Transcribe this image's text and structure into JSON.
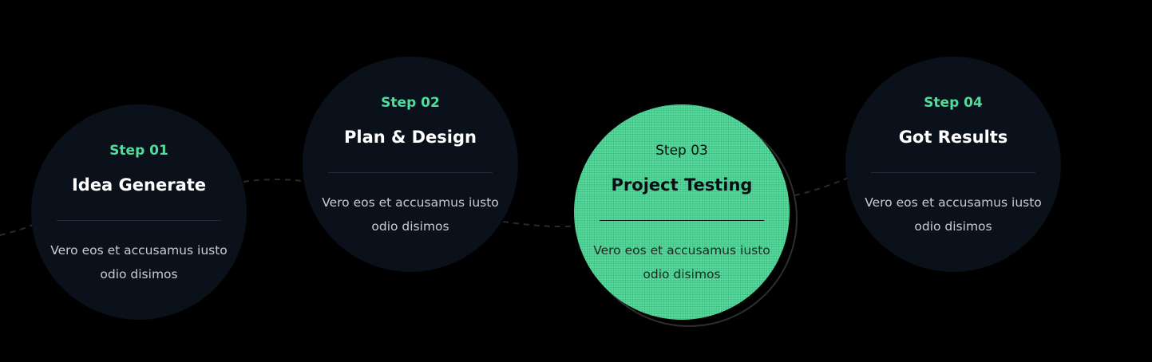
{
  "steps": [
    {
      "label": "Step 01",
      "title": "Idea Generate",
      "description": "Vero eos et accusamus iusto odio disimos",
      "active": false
    },
    {
      "label": "Step 02",
      "title": "Plan & Design",
      "description": "Vero eos et accusamus iusto odio disimos",
      "active": false
    },
    {
      "label": "Step 03",
      "title": "Project Testing",
      "description": "Vero eos et accusamus iusto odio disimos",
      "active": true
    },
    {
      "label": "Step 04",
      "title": "Got Results",
      "description": "Vero eos et accusamus iusto odio disimos",
      "active": false
    }
  ],
  "colors": {
    "background": "#000000",
    "circle": "#0b111b",
    "accent": "#4ede9a",
    "active_fill": "#4fd998"
  }
}
